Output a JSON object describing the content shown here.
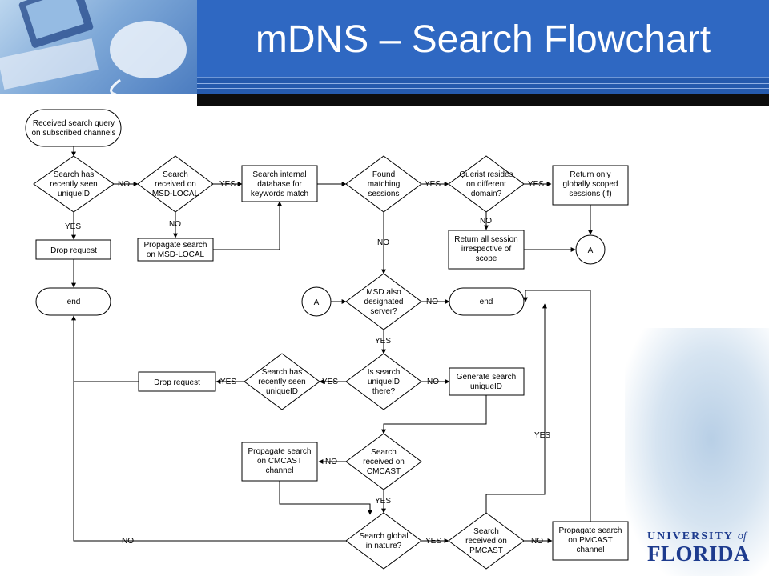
{
  "title": "mDNS – Search Flowchart",
  "logo": {
    "university": "UNIVERSITY",
    "of": "of",
    "name": "FLORIDA"
  },
  "nodes": {
    "start": [
      "Received search query",
      "on subscribed channels"
    ],
    "d_seen1": [
      "Search has",
      "recently seen",
      "uniqueID"
    ],
    "d_local": [
      "Search",
      "received on",
      "MSD-LOCAL"
    ],
    "p_internal": [
      "Search internal",
      "database for",
      "keywords match"
    ],
    "d_found": [
      "Found",
      "matching",
      "sessions"
    ],
    "d_querist": [
      "Querist resides",
      "on different",
      "domain?"
    ],
    "p_global": [
      "Return only",
      "globally scoped",
      "sessions (if)"
    ],
    "p_drop1": [
      "Drop request"
    ],
    "p_prop_local": [
      "Propagate search",
      "on MSD-LOCAL"
    ],
    "p_return_all": [
      "Return all session",
      "irrespective of",
      "scope"
    ],
    "c_A1": [
      "A"
    ],
    "t_end1": [
      "end"
    ],
    "c_A2": [
      "A"
    ],
    "d_msd": [
      "MSD also",
      "designated",
      "server?"
    ],
    "t_end2": [
      "end"
    ],
    "p_drop2": [
      "Drop request"
    ],
    "d_seen2": [
      "Search has",
      "recently seen",
      "uniqueID"
    ],
    "d_uid": [
      "Is search",
      "uniqueID",
      "there?"
    ],
    "p_gen": [
      "Generate search",
      "uniqueID"
    ],
    "p_prop_cm": [
      "Propagate search",
      "on CMCAST",
      "channel"
    ],
    "d_cmcast": [
      "Search",
      "received on",
      "CMCAST"
    ],
    "d_global": [
      "Search global",
      "in nature?"
    ],
    "d_pmcast": [
      "Search",
      "received on",
      "PMCAST"
    ],
    "p_prop_pm": [
      "Propagate search",
      "on PMCAST",
      "channel"
    ]
  },
  "labels": {
    "l1": "NO",
    "l2": "YES",
    "l3": "YES",
    "l4": "YES",
    "l5": "YES",
    "l6": "NO",
    "l7": "NO",
    "l8": "NO",
    "l9": "NO",
    "l10": "YES",
    "l11": "YES",
    "l12": "YES",
    "l13": "NO",
    "l14": "NO",
    "l15": "YES",
    "l16": "NO",
    "l17": "YES",
    "l18": "NO",
    "l19": "YES"
  }
}
